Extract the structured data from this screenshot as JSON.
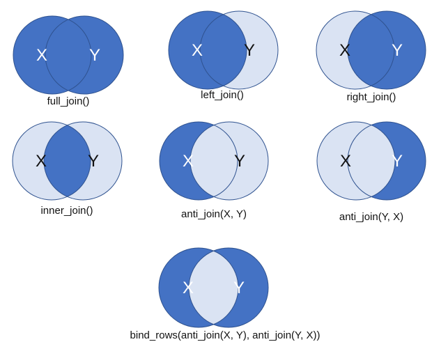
{
  "colors": {
    "dark": "#4472C4",
    "light": "#DAE3F3",
    "outline": "#2F528F",
    "letter_on_dark": "#ffffff",
    "letter_on_light": "#111111"
  },
  "diagrams": [
    {
      "id": "full-join",
      "label": "full_join()",
      "x_label": "X",
      "y_label": "Y",
      "x_only": "dark",
      "overlap": "dark",
      "y_only": "dark"
    },
    {
      "id": "left-join",
      "label": "left_join()",
      "x_label": "X",
      "y_label": "Y",
      "x_only": "dark",
      "overlap": "dark",
      "y_only": "light"
    },
    {
      "id": "right-join",
      "label": "right_join()",
      "x_label": "X",
      "y_label": "Y",
      "x_only": "light",
      "overlap": "dark",
      "y_only": "dark"
    },
    {
      "id": "inner-join",
      "label": "inner_join()",
      "x_label": "X",
      "y_label": "Y",
      "x_only": "light",
      "overlap": "dark",
      "y_only": "light"
    },
    {
      "id": "anti-join-xy",
      "label": "anti_join(X, Y)",
      "x_label": "X",
      "y_label": "Y",
      "x_only": "dark",
      "overlap": "light",
      "y_only": "light"
    },
    {
      "id": "anti-join-yx",
      "label": "anti_join(Y, X)",
      "x_label": "X",
      "y_label": "Y",
      "x_only": "light",
      "overlap": "light",
      "y_only": "dark"
    },
    {
      "id": "bind-rows",
      "label": "bind_rows(anti_join(X,  Y), anti_join(Y, X))",
      "x_label": "X",
      "y_label": "Y",
      "x_only": "dark",
      "overlap": "light",
      "y_only": "dark"
    }
  ]
}
